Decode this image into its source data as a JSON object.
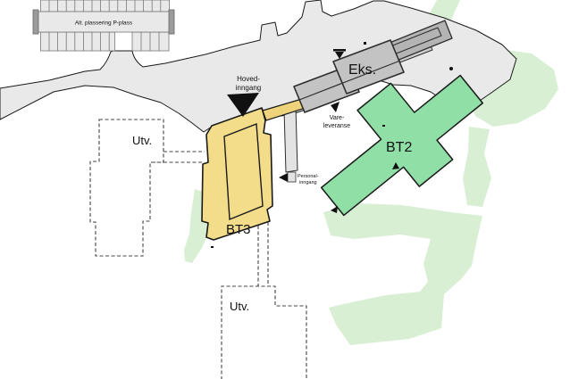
{
  "plan": {
    "type": "site-plan",
    "buildings": [
      {
        "id": "BT3",
        "label": "BT3",
        "color_key": "bt3_yellow"
      },
      {
        "id": "BT2",
        "label": "BT2",
        "color_key": "bt2_green"
      },
      {
        "id": "Eks",
        "label": "Eks.",
        "color_key": "eks_gray"
      }
    ]
  },
  "labels": {
    "parking": "Alt. plassering P-plass",
    "main_entrance_line1": "Hoved-",
    "main_entrance_line2": "inngang",
    "existing_building": "Eks.",
    "delivery_line1": "Vare-",
    "delivery_line2": "leveranse",
    "staff_entrance_line1": "Personal-",
    "staff_entrance_line2": "inngang",
    "bt2": "BT2",
    "bt3": "BT3",
    "utv_left": "Utv.",
    "utv_bottom": "Utv."
  },
  "colors": {
    "road": "#e9e9e9",
    "pale_green": "#d8efd4",
    "bt2_green": "#8fdfa7",
    "bt3_yellow": "#f3dd8b",
    "corridor_yellow": "#eed37a",
    "eks_gray": "#c3c3c3",
    "eks_gray_dark": "#b4b4b4",
    "eks_strip": "#cfcfcf",
    "eks_bar": "#8f8f8f",
    "parking_gray": "#e9e9e9",
    "parking_cap_gray": "#9b9b9b",
    "path_gray": "#e3e3e3",
    "outline_dark": "#1a1a1a",
    "marker_black": "#111111"
  }
}
